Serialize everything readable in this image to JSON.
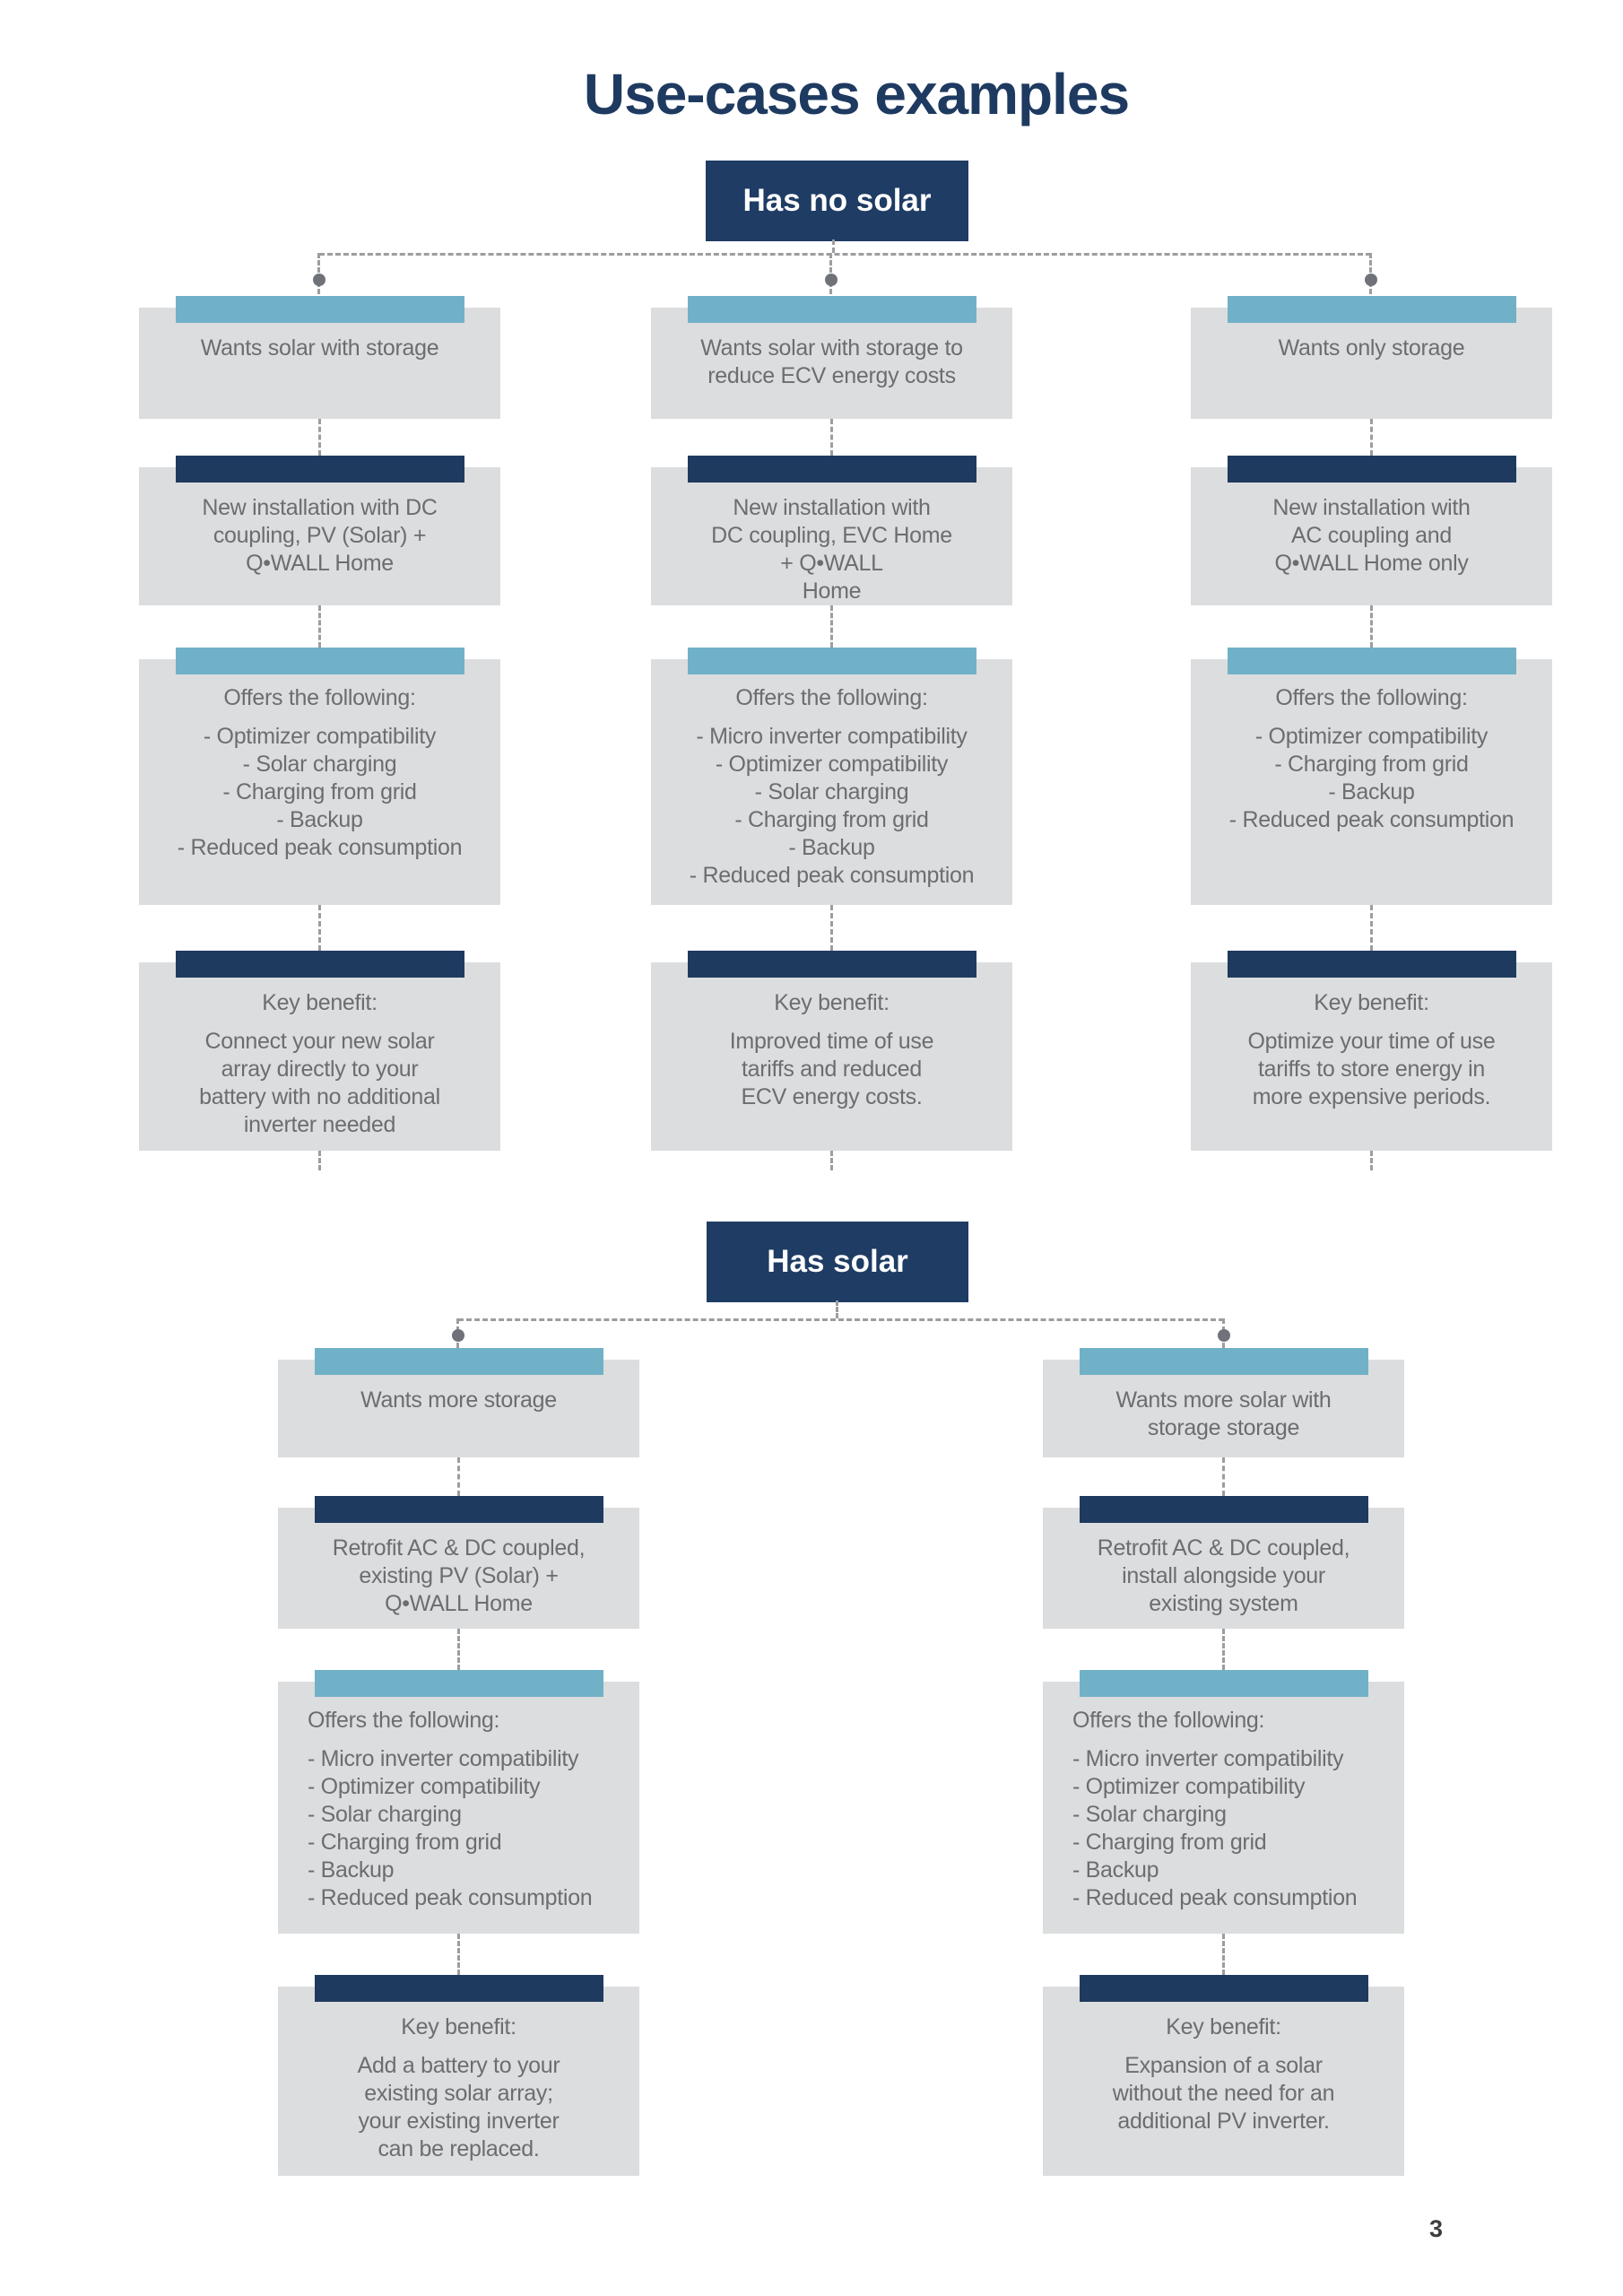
{
  "title": "Use-cases examples",
  "page_number": "3",
  "colors": {
    "hub_navy": "#1e3c64",
    "bar_navy": "#1f3a5f",
    "bar_light_blue": "#71b1c8",
    "box_gray": "#dcddde",
    "text_gray": "#6c6d70",
    "dash_gray": "#9c9da0",
    "title_navy": "#1e3a61"
  },
  "sections": [
    {
      "label": "Has no solar",
      "columns": [
        {
          "wants": "Wants solar with storage",
          "install": "New installation with DC\ncoupling, PV (Solar) +\nQ•WALL Home",
          "offers_heading": "Offers the following:",
          "offers": [
            "- Optimizer compatibility",
            "- Solar charging",
            "- Charging from grid",
            "- Backup",
            "- Reduced peak consumption"
          ],
          "key_heading": "Key benefit:",
          "key_text": "Connect your new solar\narray directly to your\nbattery with no additional\ninverter needed"
        },
        {
          "wants": "Wants solar with storage to\nreduce ECV energy costs",
          "install": "New installation with\nDC coupling, EVC Home\n+ Q•WALL\nHome",
          "offers_heading": "Offers the following:",
          "offers": [
            "- Micro inverter compatibility",
            "- Optimizer compatibility",
            "- Solar charging",
            "- Charging from grid",
            "- Backup",
            "- Reduced peak consumption"
          ],
          "key_heading": "Key benefit:",
          "key_text": "Improved time of use\ntariffs and reduced\nECV energy costs."
        },
        {
          "wants": "Wants only storage",
          "install": "New installation with\nAC coupling and\nQ•WALL Home only",
          "offers_heading": "Offers the following:",
          "offers": [
            "- Optimizer compatibility",
            "- Charging from grid",
            "- Backup",
            "- Reduced peak consumption"
          ],
          "key_heading": "Key benefit:",
          "key_text": "Optimize your time of use\ntariffs to store energy in\nmore expensive periods."
        }
      ]
    },
    {
      "label": "Has solar",
      "columns": [
        {
          "wants": "Wants more storage",
          "install": "Retrofit AC & DC coupled,\nexisting PV (Solar) +\nQ•WALL Home",
          "offers_heading": "Offers the following:",
          "offers": [
            "- Micro inverter compatibility",
            "- Optimizer compatibility",
            "- Solar charging",
            "- Charging from grid",
            "- Backup",
            "- Reduced peak consumption"
          ],
          "key_heading": "Key benefit:",
          "key_text": "Add a battery to your\nexisting solar array;\nyour existing inverter\ncan be replaced."
        },
        {
          "wants": "Wants more solar with\nstorage storage",
          "install": "Retrofit AC & DC coupled,\ninstall alongside your\nexisting system",
          "offers_heading": "Offers the following:",
          "offers": [
            "- Micro inverter compatibility",
            "- Optimizer compatibility",
            "- Solar charging",
            "- Charging from grid",
            "- Backup",
            "- Reduced peak consumption"
          ],
          "key_heading": "Key benefit:",
          "key_text": "Expansion of a solar\nwithout the need for an\nadditional PV inverter."
        }
      ]
    }
  ]
}
